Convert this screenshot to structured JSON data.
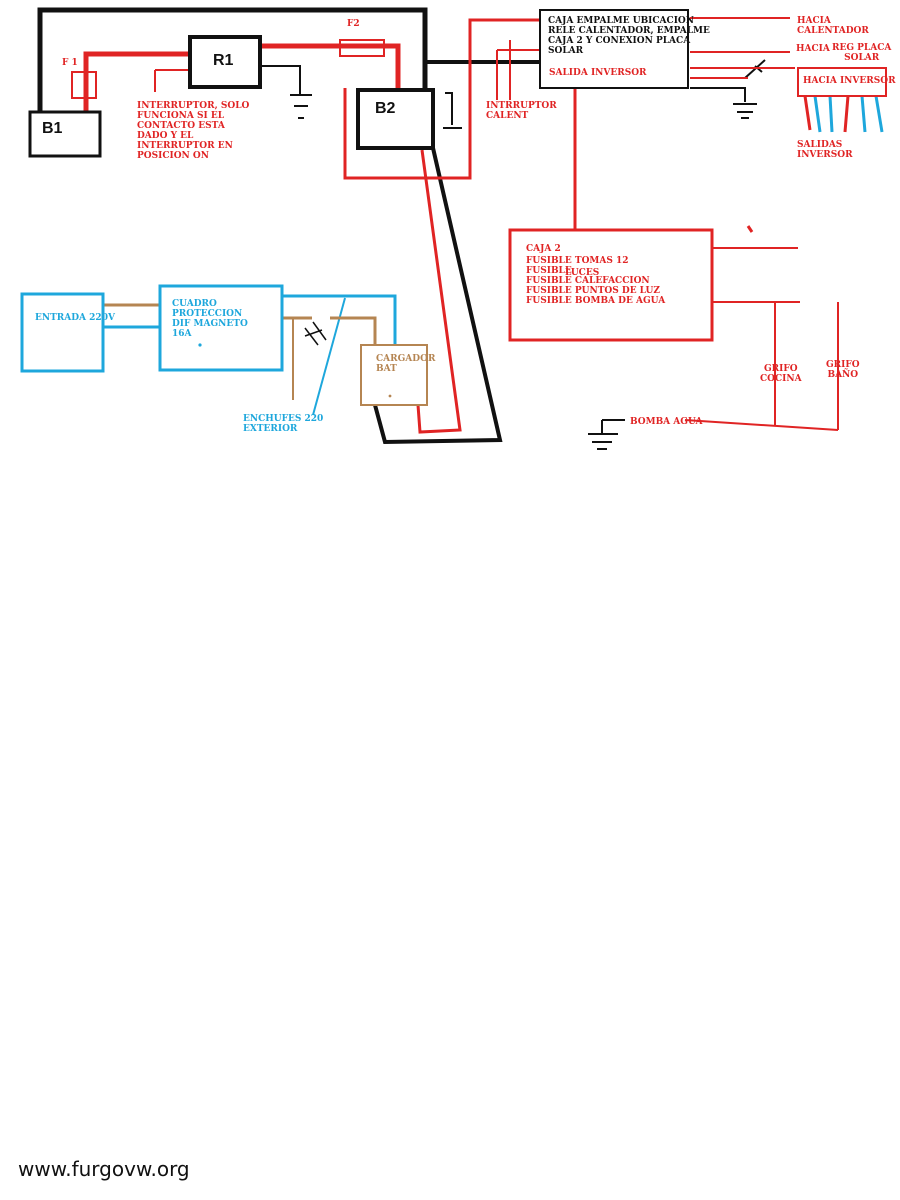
{
  "components": {
    "b1": "B1",
    "r1": "R1",
    "b2": "B2",
    "f1": "F 1",
    "f2": "F2"
  },
  "labels": {
    "interruptor_note": "INTERRUPTOR, SOLO\nFUNCIONA SI EL\nCONTACTO ESTA\nDADO Y EL\nINTERRUPTOR EN\nPOSICION ON",
    "caja_empalme": "CAJA EMPALME UBICACION\nRELE CALENTADOR, EMPALME\nCAJA 2 Y CONEXION PLACA\nSOLAR",
    "salida_inversor": "SALIDA INVERSOR",
    "intrruptor_calent": "INTRRUPTOR\nCALENT",
    "hacia_calentador": "HACIA CALENTADOR",
    "hacia": "HACIA",
    "reg_placa_solar": "REG PLACA\nSOLAR",
    "hacia_inversor": "HACIA INVERSOR",
    "salidas_inversor": "SALIDAS\nINVERSOR",
    "caja2_title": "CAJA 2",
    "caja2_lines": "FUSIBLE TOMAS 12\nFUSIBLE\nFUSIBLE CALEFACCION\nFUSIBLE PUNTOS DE LUZ\nFUSIBLE BOMBA DE AGUA",
    "luces": "LUCES",
    "entrada_220v": "ENTRADA 220V",
    "cuadro_proteccion": "CUADRO\nPROTECCION\nDIF  MAGNETO\n16A",
    "cargador_bat": "CARGADOR\nBAT",
    "enchufes_exterior": "ENCHUFES 220\nEXTERIOR",
    "grifo_cocina": "GRIFO\nCOCINA",
    "grifo_bano": "GRIFO\nBAÑO",
    "bomba_agua": "BOMBA AGUA"
  },
  "colors": {
    "dc_positive": "#e02424",
    "dc_negative": "#111111",
    "ac_line": "#1ea7dc",
    "ac_neutral": "#b58552"
  },
  "watermark": "www.furgovw.org"
}
